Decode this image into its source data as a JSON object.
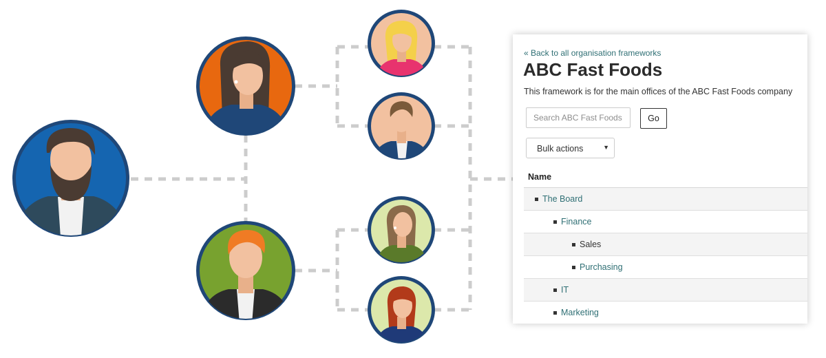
{
  "colors": {
    "link": "#2f6f74",
    "row_shade": "#f4f4f4",
    "avatar_ring": "#1f4778",
    "connector": "#cccccc"
  },
  "avatars": [
    {
      "name": "root-person",
      "icon": "man-beard-avatar-icon",
      "background": "#1565b0"
    },
    {
      "name": "manager-female",
      "icon": "woman-dark-hair-avatar-icon",
      "background": "#e8680f"
    },
    {
      "name": "manager-male",
      "icon": "man-ginger-hair-avatar-icon",
      "background": "#78a22f"
    },
    {
      "name": "staff-blonde",
      "icon": "woman-blonde-avatar-icon",
      "background": "#f2c1a0"
    },
    {
      "name": "staff-brown-hair-man",
      "icon": "man-brown-hair-avatar-icon",
      "background": "#f2c1a0"
    },
    {
      "name": "staff-brown-hair-woman",
      "icon": "woman-brown-hair-avatar-icon",
      "background": "#dce8ab"
    },
    {
      "name": "staff-red-hair-woman",
      "icon": "woman-red-hair-avatar-icon",
      "background": "#dce8ab"
    }
  ],
  "panel": {
    "back_link": "« Back to all organisation frameworks",
    "title": "ABC Fast Foods",
    "description": "This framework is for the main offices of the ABC Fast Foods company",
    "search_placeholder": "Search ABC Fast Foods",
    "go_label": "Go",
    "bulk_label": "Bulk actions",
    "column_header": "Name",
    "rows": [
      {
        "label": "The Board",
        "level": 0,
        "link": true
      },
      {
        "label": "Finance",
        "level": 1,
        "link": true
      },
      {
        "label": "Sales",
        "level": 2,
        "link": false
      },
      {
        "label": "Purchasing",
        "level": 2,
        "link": true
      },
      {
        "label": "IT",
        "level": 1,
        "link": true
      },
      {
        "label": "Marketing",
        "level": 1,
        "link": true
      }
    ]
  }
}
